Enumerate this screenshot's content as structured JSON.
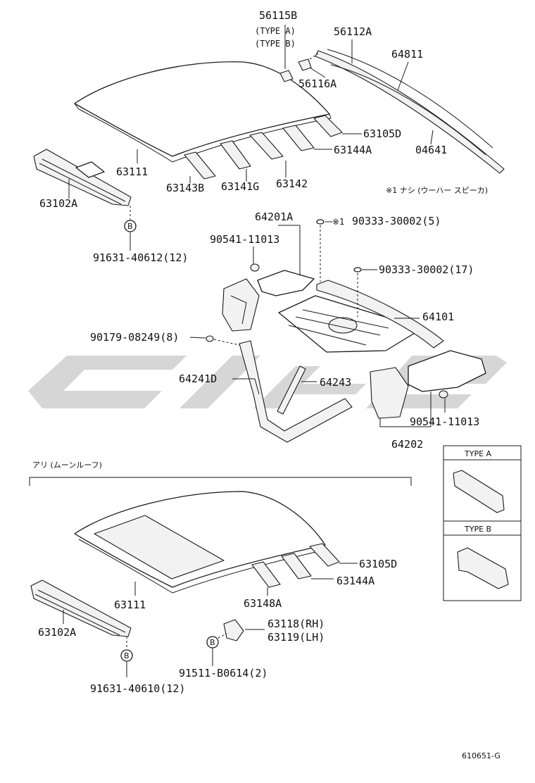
{
  "upper": {
    "p56115b": "56115B",
    "type_a": "(TYPE A)",
    "type_b": "(TYPE B)",
    "p56112a": "56112A",
    "p64811": "64811",
    "p56116a": "56116A",
    "p63105d": "63105D",
    "p63144a": "63144A",
    "p04641": "04641",
    "p63111": "63111",
    "p63143b": "63143B",
    "p63141g": "63141G",
    "p63142": "63142",
    "p63102a": "63102A",
    "note1": "※1 ナシ (ウーハー スピーカ)",
    "b_marker": "B",
    "p91631_40612": "91631-40612(12)"
  },
  "middle": {
    "p64201a": "64201A",
    "mark1": "※1",
    "p90333_30002_5": "90333-30002(5)",
    "p90541_11013_top": "90541-11013",
    "p90333_30002_17": "90333-30002(17)",
    "p64101": "64101",
    "p90179_08249": "90179-08249(8)",
    "p64241d": "64241D",
    "p64243": "64243",
    "p90541_11013_bottom": "90541-11013",
    "p64202": "64202"
  },
  "types": {
    "type_a_title": "TYPE A",
    "type_b_title": "TYPE B"
  },
  "lower": {
    "section_title": "アリ (ムーンルーフ)",
    "p63105d": "63105D",
    "p63144a": "63144A",
    "p63111": "63111",
    "p63148a": "63148A",
    "p63118": "63118(RH)",
    "p63119": "63119(LH)",
    "p63102a": "63102A",
    "b_marker_left": "B",
    "b_marker_mid": "B",
    "p91511_b0614": "91511-B0614(2)",
    "p91631_40610": "91631-40610(12)"
  },
  "footer": {
    "diagram_code": "610651-G"
  },
  "colors": {
    "line": "#1a1a1a",
    "watermark": "#c8c8c8",
    "background": "#ffffff"
  }
}
